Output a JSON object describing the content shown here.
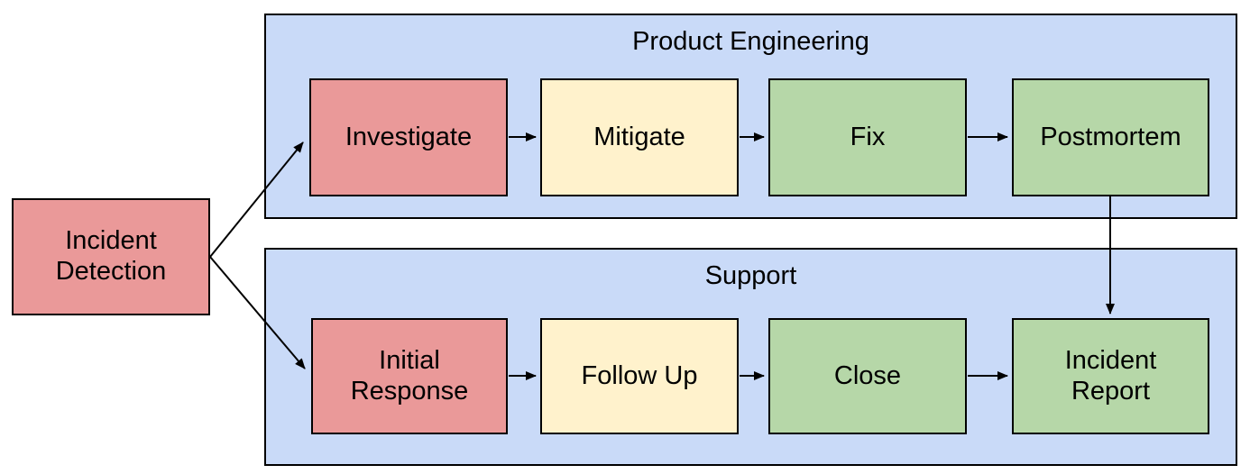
{
  "diagram": {
    "type": "flowchart",
    "start": {
      "label": "Incident Detection",
      "color": "#ea9999"
    },
    "lanes": [
      {
        "title": "Product Engineering",
        "fill": "#c9daf8",
        "steps": [
          {
            "label": "Investigate",
            "color": "#ea9999"
          },
          {
            "label": "Mitigate",
            "color": "#fff2cc"
          },
          {
            "label": "Fix",
            "color": "#b6d7a8"
          },
          {
            "label": "Postmortem",
            "color": "#b6d7a8"
          }
        ]
      },
      {
        "title": "Support",
        "fill": "#c9daf8",
        "steps": [
          {
            "label": "Initial Response",
            "color": "#ea9999"
          },
          {
            "label": "Follow Up",
            "color": "#fff2cc"
          },
          {
            "label": "Close",
            "color": "#b6d7a8"
          },
          {
            "label": "Incident Report",
            "color": "#b6d7a8"
          }
        ]
      }
    ],
    "edges": [
      {
        "from": "Incident Detection",
        "to": "Investigate"
      },
      {
        "from": "Incident Detection",
        "to": "Initial Response"
      },
      {
        "from": "Investigate",
        "to": "Mitigate"
      },
      {
        "from": "Mitigate",
        "to": "Fix"
      },
      {
        "from": "Fix",
        "to": "Postmortem"
      },
      {
        "from": "Postmortem",
        "to": "Incident Report"
      },
      {
        "from": "Initial Response",
        "to": "Follow Up"
      },
      {
        "from": "Follow Up",
        "to": "Close"
      },
      {
        "from": "Close",
        "to": "Incident Report"
      }
    ],
    "colors": {
      "lane_fill": "#c9daf8",
      "node_red": "#ea9999",
      "node_yellow": "#fff2cc",
      "node_green": "#b6d7a8",
      "border": "#000000",
      "background": "#ffffff",
      "text": "#000000"
    }
  }
}
